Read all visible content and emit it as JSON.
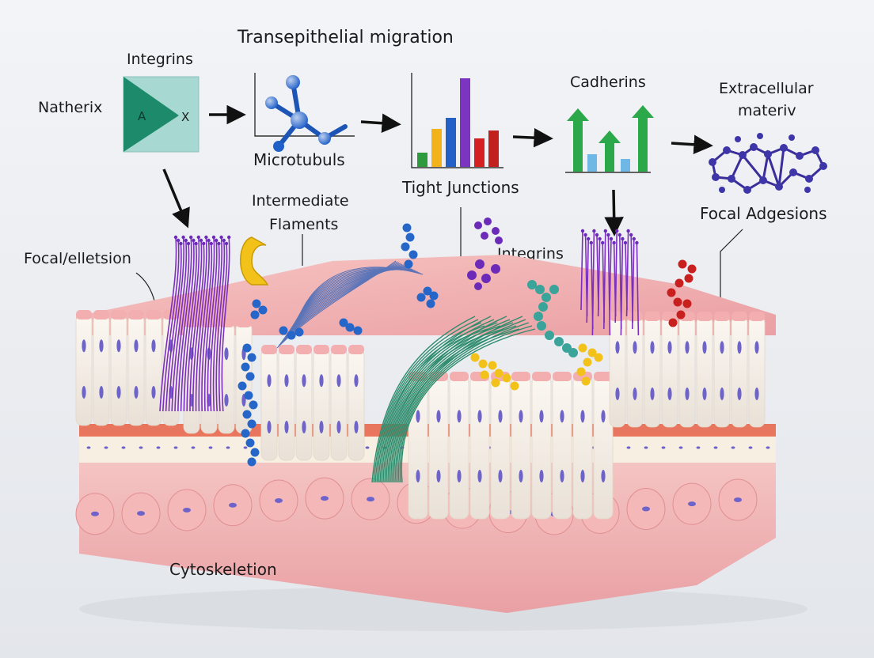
{
  "labels": {
    "title": "Transepithelial migration",
    "integrins_top": "Integrins",
    "natherix": "Natherix",
    "box_a": "A",
    "box_x": "X",
    "microtubuls": "Microtubuls",
    "tight_junctions": "Tight Junctions",
    "cadherins": "Cadherins",
    "extracellular": "Extracellular",
    "materiv": "materiv",
    "focal_adgesions": "Focal Adgesions",
    "intermediate": "Intermediate",
    "flaments": "Flaments",
    "focal_elletsion": "Focal/elletsion",
    "integrins_mid": "Integrins",
    "cytoskeletion": "Cytoskeletion"
  },
  "colors": {
    "background": "#eef0f3",
    "cell_top": "#f2b3b3",
    "cell_side": "#f6f1ea",
    "nucleus": "#6d63c9",
    "membrane_red": "#e8694f",
    "purple_fiber": "#7b2fbf",
    "blue_bead": "#2566c8",
    "green_fiber": "#2f8d6e",
    "teal_bead": "#3aa39a",
    "yellow_bead": "#f2c21a",
    "red_bead": "#c81f1f",
    "arrow_green": "#2aa84a"
  },
  "bar_chart": [
    {
      "value": 18,
      "color": "#2e9a3e"
    },
    {
      "value": 48,
      "color": "#f2b21a"
    },
    {
      "value": 62,
      "color": "#2461c6"
    },
    {
      "value": 112,
      "color": "#7b35c0"
    },
    {
      "value": 36,
      "color": "#d42020"
    },
    {
      "value": 46,
      "color": "#c21f1f"
    }
  ],
  "cadherin_chart": [
    {
      "kind": "arrow",
      "value": 80
    },
    {
      "kind": "bar",
      "value": 22
    },
    {
      "kind": "arrow",
      "value": 52
    },
    {
      "kind": "bar",
      "value": 16
    },
    {
      "kind": "arrow",
      "value": 84
    }
  ]
}
